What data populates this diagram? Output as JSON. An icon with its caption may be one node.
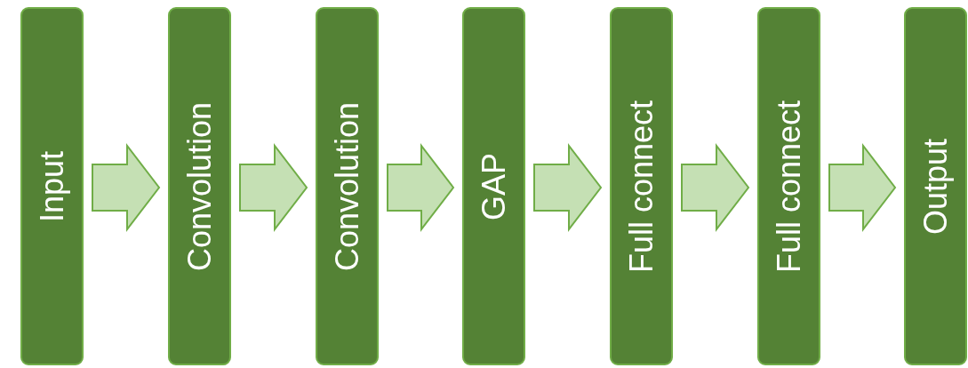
{
  "diagram": {
    "nodes": [
      {
        "text": [
          "Input"
        ]
      },
      {
        "text": [
          "Convolution"
        ]
      },
      {
        "text": [
          "Convolution"
        ]
      },
      {
        "text": [
          "GAP"
        ]
      },
      {
        "text": [
          "Full connect"
        ]
      },
      {
        "text": [
          "Full connect"
        ]
      },
      {
        "text": [
          "Output"
        ]
      }
    ],
    "edges": [
      {
        "from": 0,
        "to": 1,
        "arrow": "to"
      },
      {
        "from": 1,
        "to": 2,
        "arrow": "to"
      },
      {
        "from": 2,
        "to": 3,
        "arrow": "to"
      },
      {
        "from": 3,
        "to": 4,
        "arrow": "to"
      },
      {
        "from": 4,
        "to": 5,
        "arrow": "to"
      },
      {
        "from": 5,
        "to": 6,
        "arrow": "to"
      }
    ]
  }
}
